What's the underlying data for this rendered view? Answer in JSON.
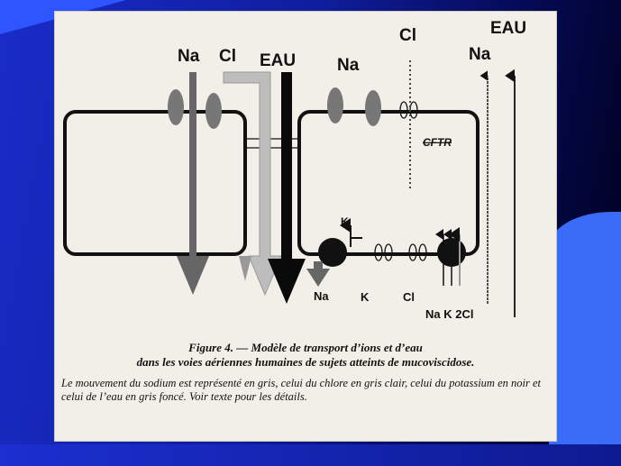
{
  "diagram": {
    "labels": {
      "na_top_left": "Na",
      "cl_top_left": "Cl",
      "eau_top_center": "EAU",
      "na_top_right_cell": "Na",
      "cl_top_right": "Cl",
      "na_far_right": "Na",
      "eau_far_right": "EAU",
      "cftr": "CFTR",
      "k_pump_out": "K",
      "na_bottom": "Na",
      "k_bottom": "K",
      "cl_bottom": "Cl",
      "nak2cl_bottom": "Na K 2Cl"
    }
  },
  "caption": {
    "title_line1": "Figure 4. — Modèle de transport d’ions et d’eau",
    "title_line2": "dans les voies aériennes humaines de sujets atteints de mucoviscidose.",
    "body": "Le mouvement du sodium est représenté en gris, celui du chlore en gris clair, celui du potassium en noir et celui de l’eau en gris foncé. Voir texte pour les détails."
  }
}
